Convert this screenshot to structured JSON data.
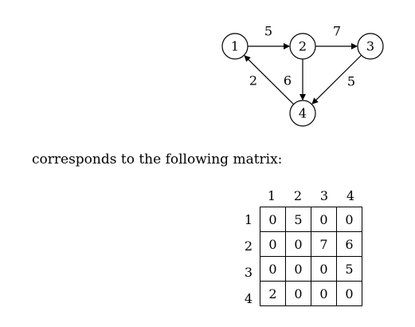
{
  "graph": {
    "nodes": [
      {
        "id": "1",
        "label": "1"
      },
      {
        "id": "2",
        "label": "2"
      },
      {
        "id": "3",
        "label": "3"
      },
      {
        "id": "4",
        "label": "4"
      }
    ],
    "edges": [
      {
        "from": "1",
        "to": "2",
        "weight": "5"
      },
      {
        "from": "2",
        "to": "3",
        "weight": "7"
      },
      {
        "from": "2",
        "to": "4",
        "weight": "6"
      },
      {
        "from": "3",
        "to": "4",
        "weight": "5"
      },
      {
        "from": "4",
        "to": "1",
        "weight": "2"
      }
    ]
  },
  "sentence": "corresponds to the following matrix:",
  "matrix": {
    "col_headers": [
      "1",
      "2",
      "3",
      "4"
    ],
    "row_headers": [
      "1",
      "2",
      "3",
      "4"
    ],
    "rows": [
      [
        "0",
        "5",
        "0",
        "0"
      ],
      [
        "0",
        "0",
        "7",
        "6"
      ],
      [
        "0",
        "0",
        "0",
        "5"
      ],
      [
        "2",
        "0",
        "0",
        "0"
      ]
    ]
  }
}
